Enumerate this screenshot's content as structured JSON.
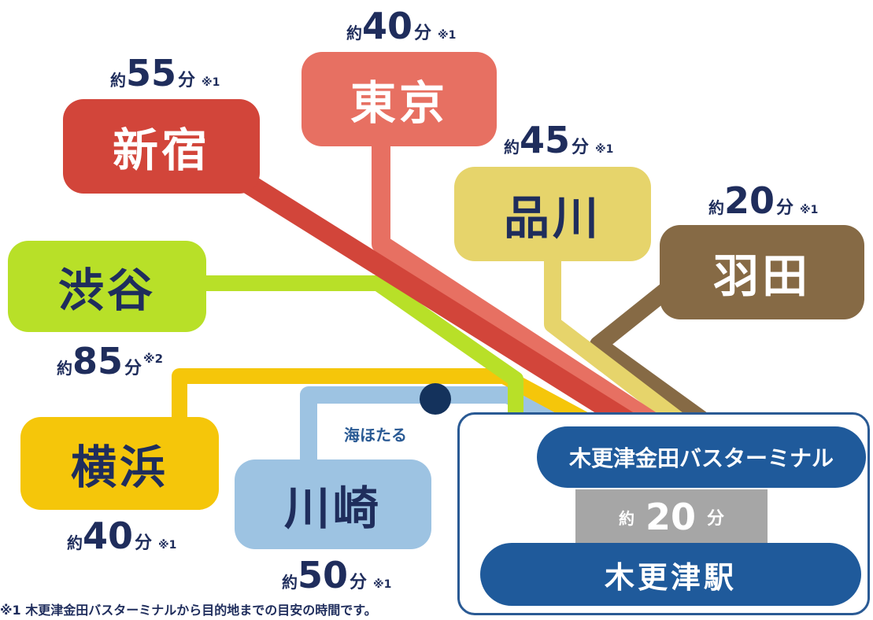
{
  "destinations": {
    "shinjuku": {
      "name": "新宿",
      "time_prefix": "約",
      "time_value": "55",
      "time_unit": "分",
      "time_note": "※1",
      "color": "#d2453a"
    },
    "tokyo": {
      "name": "東京",
      "time_prefix": "約",
      "time_value": "40",
      "time_unit": "分",
      "time_note": "※1",
      "color": "#e77062"
    },
    "shinagawa": {
      "name": "品川",
      "time_prefix": "約",
      "time_value": "45",
      "time_unit": "分",
      "time_note": "※1",
      "color": "#e6d46b"
    },
    "haneda": {
      "name": "羽田",
      "time_prefix": "約",
      "time_value": "20",
      "time_unit": "分",
      "time_note": "※1",
      "color": "#866a45"
    },
    "shibuya": {
      "name": "渋谷",
      "time_prefix": "約",
      "time_value": "85",
      "time_unit": "分",
      "time_note": "※2",
      "color": "#b8e028"
    },
    "yokohama": {
      "name": "横浜",
      "time_prefix": "約",
      "time_value": "40",
      "time_unit": "分",
      "time_note": "※1",
      "color": "#f5c60a"
    },
    "kawasaki": {
      "name": "川崎",
      "time_prefix": "約",
      "time_value": "50",
      "time_unit": "分",
      "time_note": "※1",
      "color": "#9dc3e2"
    }
  },
  "umihotaru": {
    "label": "海ほたる",
    "color": "#14325c"
  },
  "terminal": {
    "bus_terminal": "木更津金田バスターミナル",
    "transfer_prefix": "約",
    "transfer_value": "20",
    "transfer_unit": "分",
    "station": "木更津駅",
    "color": "#1f5a9b"
  },
  "footnote": "※1 木更津金田バスターミナルから目的地までの目安の時間です。"
}
